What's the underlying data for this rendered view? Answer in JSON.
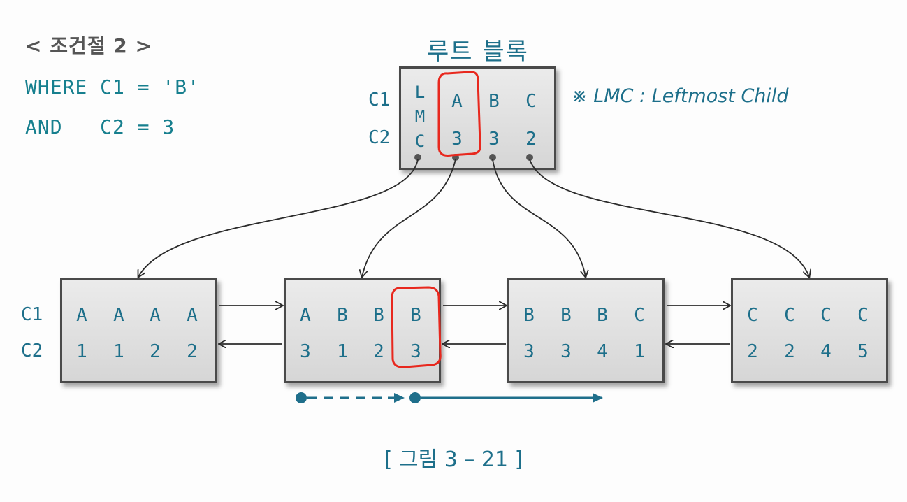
{
  "condition": {
    "title": "< 조건절 2 >",
    "line1": "WHERE C1 = 'B'",
    "line2": "AND   C2 = 3"
  },
  "root": {
    "title": "루트 블록",
    "lmc_letters": [
      "L",
      "M",
      "C"
    ],
    "c1": [
      "A",
      "B",
      "C"
    ],
    "c2": [
      "3",
      "3",
      "2"
    ]
  },
  "note": "※ LMC : Leftmost Child",
  "row_labels": {
    "c1": "C1",
    "c2": "C2"
  },
  "leaves": [
    {
      "c1": [
        "A",
        "A",
        "A",
        "A"
      ],
      "c2": [
        "1",
        "1",
        "2",
        "2"
      ]
    },
    {
      "c1": [
        "A",
        "B",
        "B",
        "B"
      ],
      "c2": [
        "3",
        "1",
        "2",
        "3"
      ]
    },
    {
      "c1": [
        "B",
        "B",
        "B",
        "C"
      ],
      "c2": [
        "3",
        "3",
        "4",
        "1"
      ]
    },
    {
      "c1": [
        "C",
        "C",
        "C",
        "C"
      ],
      "c2": [
        "2",
        "2",
        "4",
        "5"
      ]
    }
  ],
  "caption": "[ 그림 3 – 21 ]",
  "colors": {
    "text": "#1d6f8a",
    "highlight": "#e8281e",
    "scan": "#1f6f8b"
  }
}
